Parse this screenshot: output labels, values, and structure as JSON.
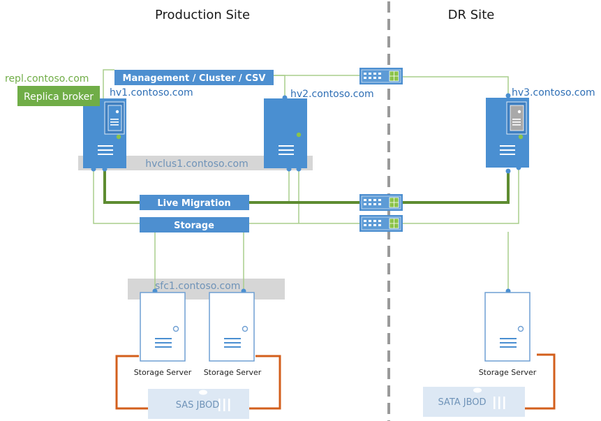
{
  "sites": {
    "production": "Production Site",
    "dr": "DR Site"
  },
  "hosts": {
    "repl": "repl.contoso.com",
    "replica_broker": "Replica broker",
    "hv1": "hv1.contoso.com",
    "hv2": "hv2.contoso.com",
    "hv3": "hv3.contoso.com",
    "hvclus1": "hvclus1.contoso.com",
    "sfc1": "sfc1.contoso.com"
  },
  "networks": {
    "management": "Management / Cluster / CSV",
    "live_migration": "Live Migration",
    "storage": "Storage"
  },
  "storage": {
    "server_label": "Storage Server",
    "sas_jbod": "SAS JBOD",
    "sata_jbod": "SATA JBOD"
  },
  "colors": {
    "server_blue": "#4a8fd1",
    "bar_blue": "#4d8fd0",
    "live_green": "#5a8a2a",
    "broker_green": "#70ad47",
    "host_text": "#2f6fb5",
    "link_line": "#9cc47c",
    "jbod_orange": "#d35f1c",
    "cluster_gray": "#d3d3d3"
  }
}
